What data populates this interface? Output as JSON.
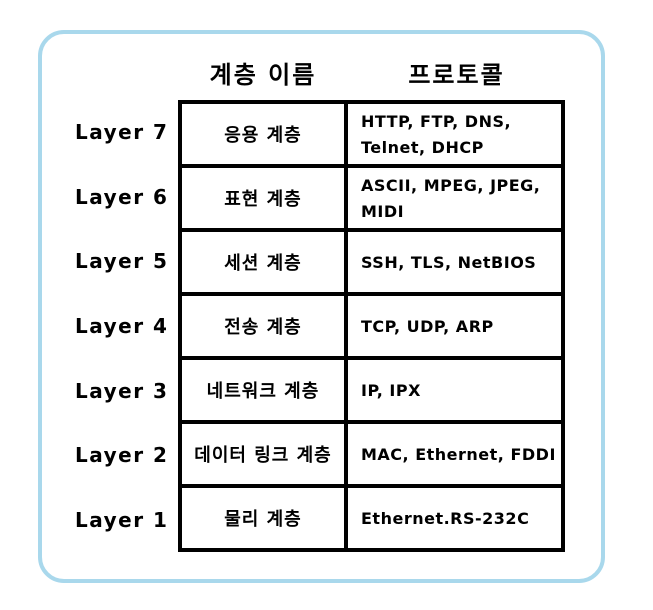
{
  "colors": {
    "frame_border": "#a9d8ec",
    "table_border": "#000000",
    "text": "#000000",
    "background": "#ffffff"
  },
  "headers": {
    "layer_name": "계층 이름",
    "protocol": "프로토콜"
  },
  "table": {
    "rows": [
      {
        "layer": "Layer 7",
        "name": "응용 계층",
        "protocols": [
          "HTTP, FTP, DNS,",
          "Telnet, DHCP"
        ]
      },
      {
        "layer": "Layer 6",
        "name": "표현 계층",
        "protocols": [
          "ASCII, MPEG, JPEG,",
          "MIDI"
        ]
      },
      {
        "layer": "Layer 5",
        "name": "세션 계층",
        "protocols": [
          "SSH, TLS, NetBIOS"
        ]
      },
      {
        "layer": "Layer 4",
        "name": "전송 계층",
        "protocols": [
          "TCP, UDP, ARP"
        ]
      },
      {
        "layer": "Layer 3",
        "name": "네트워크 계층",
        "protocols": [
          "IP, IPX"
        ]
      },
      {
        "layer": "Layer 2",
        "name": "데이터 링크 계층",
        "protocols": [
          "MAC, Ethernet, FDDI"
        ]
      },
      {
        "layer": "Layer 1",
        "name": "물리 계층",
        "protocols": [
          "Ethernet.RS-232C"
        ]
      }
    ]
  }
}
